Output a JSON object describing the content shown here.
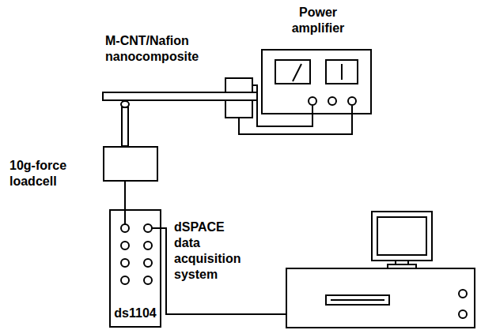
{
  "diagram": {
    "nodes": [
      {
        "text": [
          "Power amplifier"
        ]
      },
      {
        "text": [
          "10g-force loadcell"
        ]
      },
      {
        "text": [
          "ds1104"
        ]
      }
    ],
    "edges": [
      {
        "from": 1,
        "to": 2,
        "arrow": "none"
      }
    ],
    "labels": [
      "M-CNT/Nafion nanocomposite",
      "dSPACE data acquisition system"
    ]
  }
}
